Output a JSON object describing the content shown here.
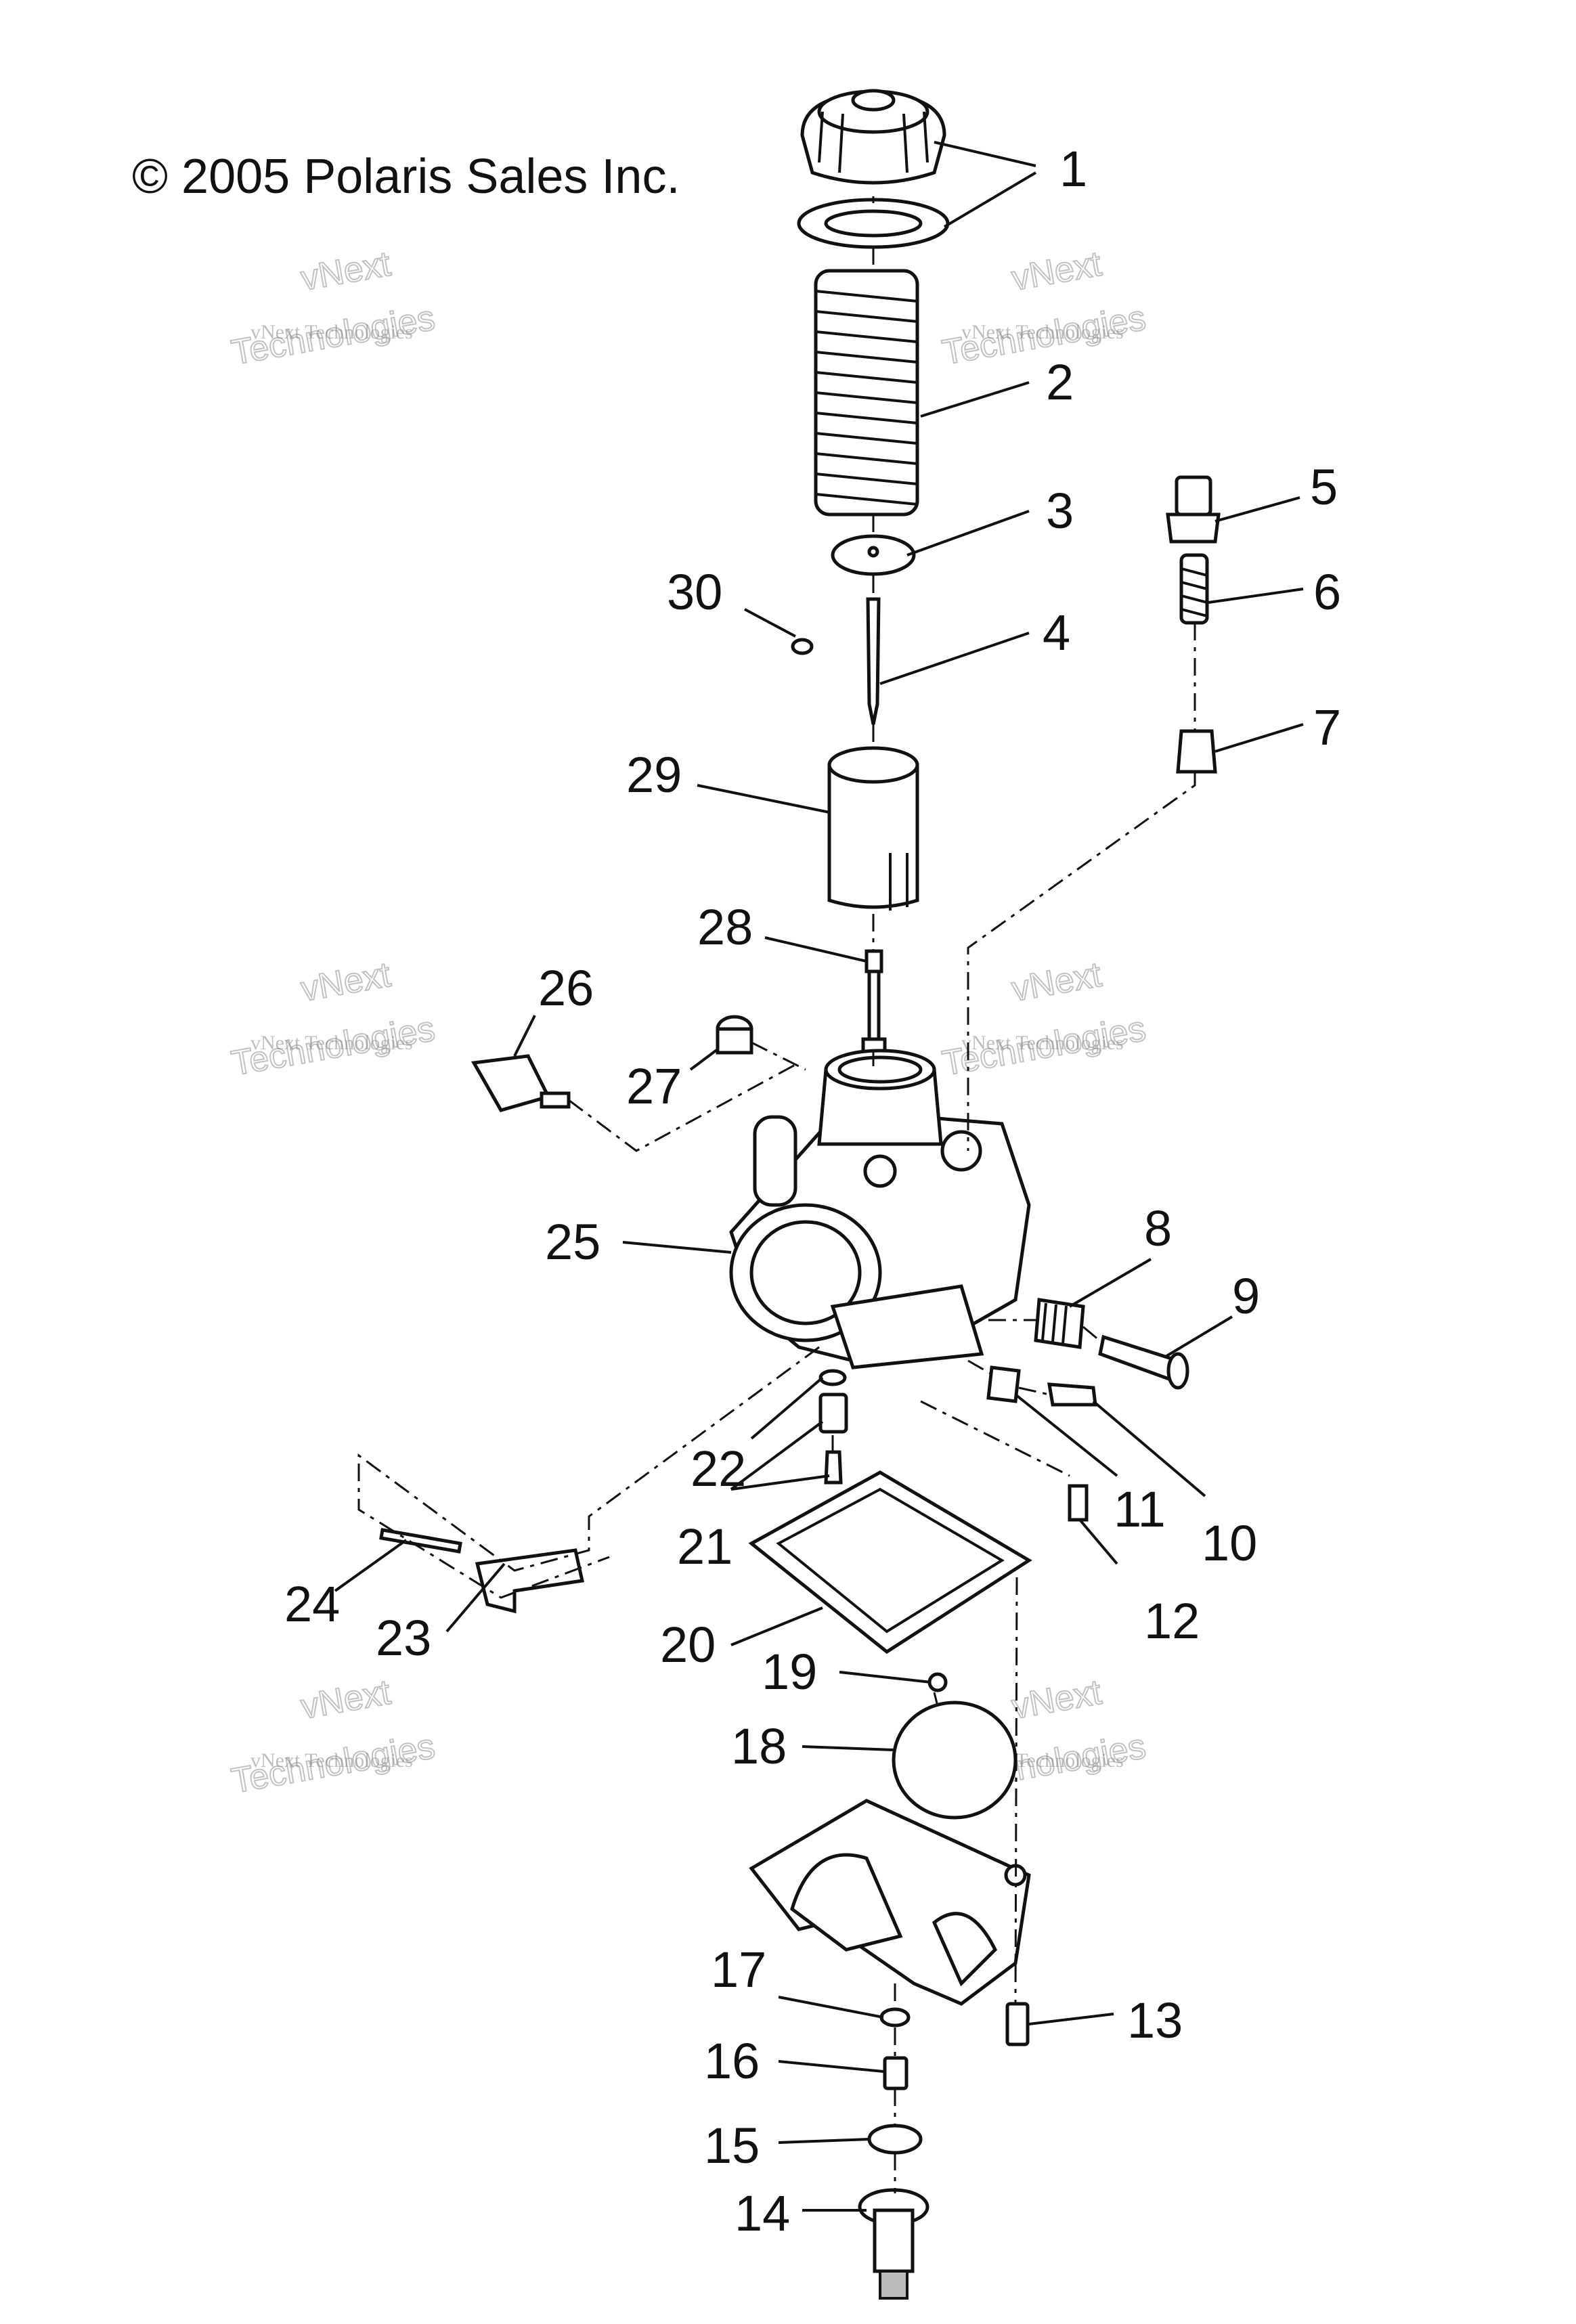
{
  "copyright": "© 2005 Polaris Sales Inc.",
  "watermark": {
    "line1": "vNext Technologies",
    "line2": "vNext",
    "line3": "Technologies"
  },
  "callouts": [
    "1",
    "2",
    "3",
    "4",
    "5",
    "6",
    "7",
    "8",
    "9",
    "10",
    "11",
    "12",
    "13",
    "14",
    "15",
    "16",
    "17",
    "18",
    "19",
    "20",
    "21",
    "22",
    "23",
    "24",
    "25",
    "26",
    "27",
    "28",
    "29",
    "30"
  ]
}
